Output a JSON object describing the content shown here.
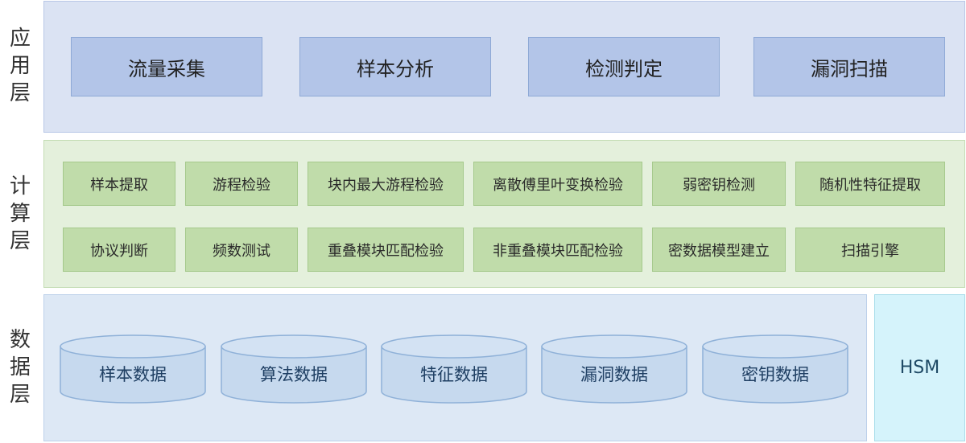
{
  "layers": {
    "app": {
      "label_chars": [
        "应",
        "用",
        "层"
      ]
    },
    "calc": {
      "label_chars": [
        "计",
        "算",
        "层"
      ]
    },
    "data": {
      "label_chars": [
        "数",
        "据",
        "层"
      ]
    }
  },
  "app_modules": [
    "流量采集",
    "样本分析",
    "检测判定",
    "漏洞扫描"
  ],
  "calc_row1": [
    "样本提取",
    "游程检验",
    "块内最大游程检验",
    "离散傅里叶变换检验",
    "弱密钥检测",
    "随机性特征提取"
  ],
  "calc_row2": [
    "协议判断",
    "频数测试",
    "重叠模块匹配检验",
    "非重叠模块匹配检验",
    "密数据模型建立",
    "扫描引擎"
  ],
  "data_stores": [
    "样本数据",
    "算法数据",
    "特征数据",
    "漏洞数据",
    "密钥数据"
  ],
  "hsm_label": "HSM",
  "colors": {
    "app_panel": "#dbe3f3",
    "app_box": "#b3c5e8",
    "calc_panel": "#e4f0dc",
    "calc_box": "#c0dcaa",
    "data_panel": "#dde8f5",
    "cylinder": "#c6d9ee",
    "hsm": "#d5f3fb"
  }
}
